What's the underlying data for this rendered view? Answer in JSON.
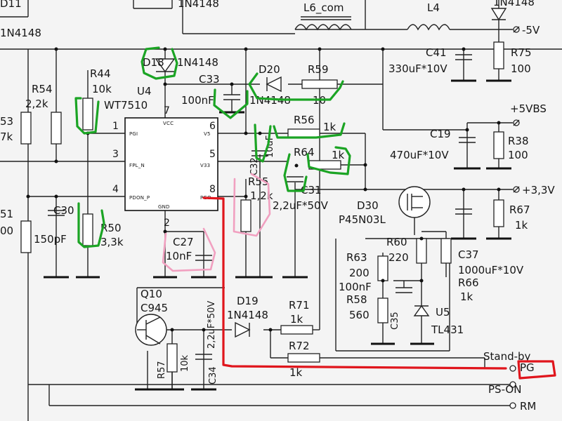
{
  "ic_u4": {
    "designator": "U4",
    "part": "WT7510",
    "pins_left": [
      "PGI",
      "FPL_N",
      "PDON_P"
    ],
    "pins_right": [
      "VCC",
      "V5",
      "V33",
      "PGO"
    ],
    "pin_gnd": "GND",
    "pin_numbers": {
      "vcc": "7",
      "pgi": "1",
      "fpl": "3",
      "pdon": "4",
      "v5": "6",
      "v33": "5",
      "pgo": "8",
      "gnd": "2"
    }
  },
  "parts": {
    "d11": {
      "ref": "D11",
      "value": "1N4148"
    },
    "d_top": {
      "value": "1N4148"
    },
    "d_topright": {
      "value": "1N4148"
    },
    "l6": {
      "ref": "L6_com"
    },
    "l4": {
      "ref": "L4"
    },
    "d18": {
      "ref": "D18",
      "value": "1N4148"
    },
    "c33": {
      "ref": "C33",
      "value": "100nF"
    },
    "d20": {
      "ref": "D20",
      "value": "1N4148"
    },
    "r59": {
      "ref": "R59",
      "value": "10"
    },
    "r44": {
      "ref": "R44",
      "value": "10k"
    },
    "r54": {
      "ref": "R54",
      "value": "2,2k"
    },
    "r53": {
      "ref": "53",
      "value": "7k"
    },
    "c32": {
      "ref": "C32",
      "value": "10uF"
    },
    "r56": {
      "ref": "R56",
      "value": "1k"
    },
    "r64": {
      "ref": "R64",
      "value": "1k"
    },
    "c31": {
      "ref": "C31",
      "value": "2,2uF*50V"
    },
    "r55": {
      "ref": "R55",
      "value": "1,2k"
    },
    "c51": {
      "ref": "51",
      "value": "00"
    },
    "c30": {
      "ref": "C30",
      "value": "150pF"
    },
    "r50": {
      "ref": "R50",
      "value": "3,3k"
    },
    "c27": {
      "ref": "C27",
      "value": "10nF"
    },
    "c41": {
      "ref": "C41",
      "value": "330uF*10V"
    },
    "r75": {
      "ref": "R75",
      "value": "100"
    },
    "c19": {
      "ref": "C19",
      "value": "470uF*10V"
    },
    "r38": {
      "ref": "R38",
      "value": "100"
    },
    "d30": {
      "ref": "D30",
      "value": "P45N03L"
    },
    "r67": {
      "ref": "R67",
      "value": "1k"
    },
    "r60": {
      "ref": "R60",
      "value": "220"
    },
    "r63": {
      "ref": "R63",
      "value": "200"
    },
    "c35v": {
      "value": "100nF"
    },
    "r58": {
      "ref": "R58",
      "value": "560"
    },
    "c35": {
      "ref": "C35"
    },
    "r66": {
      "ref": "R66",
      "value": "1k"
    },
    "u5": {
      "ref": "U5",
      "value": "TL431"
    },
    "c37": {
      "ref": "C37",
      "value": "1000uF*10V"
    },
    "q10": {
      "ref": "Q10",
      "value": "C945"
    },
    "r57": {
      "ref": "R57",
      "value": "10k"
    },
    "c34": {
      "ref": "C34",
      "value": "2,2uF*50V"
    },
    "d19": {
      "ref": "D19",
      "value": "1N4148"
    },
    "r71": {
      "ref": "R71",
      "value": "1k"
    },
    "r72": {
      "ref": "R72",
      "value": "1k"
    }
  },
  "rails": {
    "neg5": "-5V",
    "v5vbs": "+5VBS",
    "v33": "+3,3V"
  },
  "connector": {
    "standby": "Stand-by",
    "pg": "PG",
    "pson": "PS-ON",
    "rm": "RM"
  },
  "annotation_colors": {
    "green": "#1ba424",
    "pink": "#f1a0c0",
    "red": "#e0151c"
  }
}
